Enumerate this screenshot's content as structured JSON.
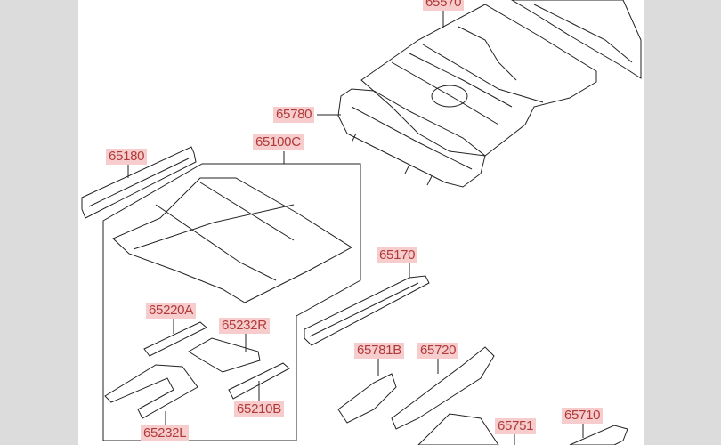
{
  "diagram": {
    "part_labels": {
      "p65570": "65570",
      "p65780": "65780",
      "p65180": "65180",
      "p65100C": "65100C",
      "p65170": "65170",
      "p65220A": "65220A",
      "p65232R": "65232R",
      "p65781B": "65781B",
      "p65720": "65720",
      "p65210B": "65210B",
      "p65232L": "65232L",
      "p65751": "65751",
      "p65710": "65710"
    },
    "colors": {
      "label_bg": "#f6cccc",
      "label_text": "#b03a3a",
      "line": "#222222",
      "margin": "#dcdcdc"
    }
  }
}
